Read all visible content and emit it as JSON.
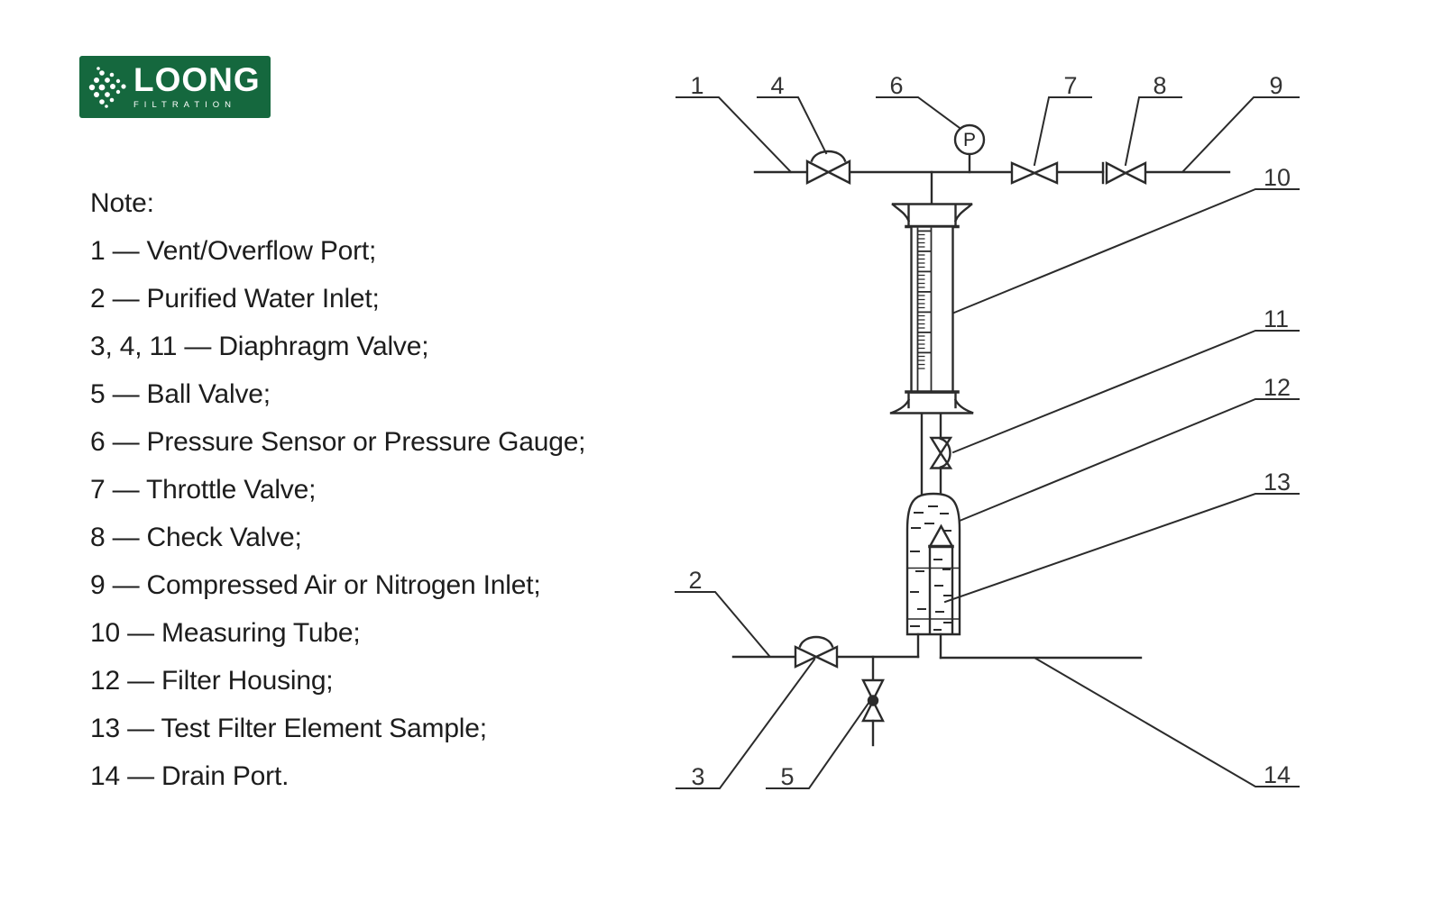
{
  "logo": {
    "brand": "LOONG",
    "subtitle": "FILTRATION",
    "bg_color": "#15683E"
  },
  "note": {
    "title": "Note:",
    "items": [
      "1 — Vent/Overflow Port;",
      "2 — Purified Water Inlet;",
      "3, 4, 11 — Diaphragm Valve;",
      "5 — Ball Valve;",
      "6 — Pressure Sensor or Pressure Gauge;",
      "7 — Throttle Valve;",
      "8 — Check Valve;",
      "9 — Compressed Air or Nitrogen Inlet;",
      "10 — Measuring Tube;",
      "12 — Filter Housing;",
      "13 — Test Filter Element Sample;",
      "14 — Drain Port."
    ]
  },
  "diagram": {
    "gauge_label": "P",
    "line_color": "#2b2b2b",
    "callouts": [
      {
        "label": "1"
      },
      {
        "label": "2"
      },
      {
        "label": "3"
      },
      {
        "label": "4"
      },
      {
        "label": "5"
      },
      {
        "label": "6"
      },
      {
        "label": "7"
      },
      {
        "label": "8"
      },
      {
        "label": "9"
      },
      {
        "label": "10"
      },
      {
        "label": "11"
      },
      {
        "label": "12"
      },
      {
        "label": "13"
      },
      {
        "label": "14"
      }
    ]
  }
}
